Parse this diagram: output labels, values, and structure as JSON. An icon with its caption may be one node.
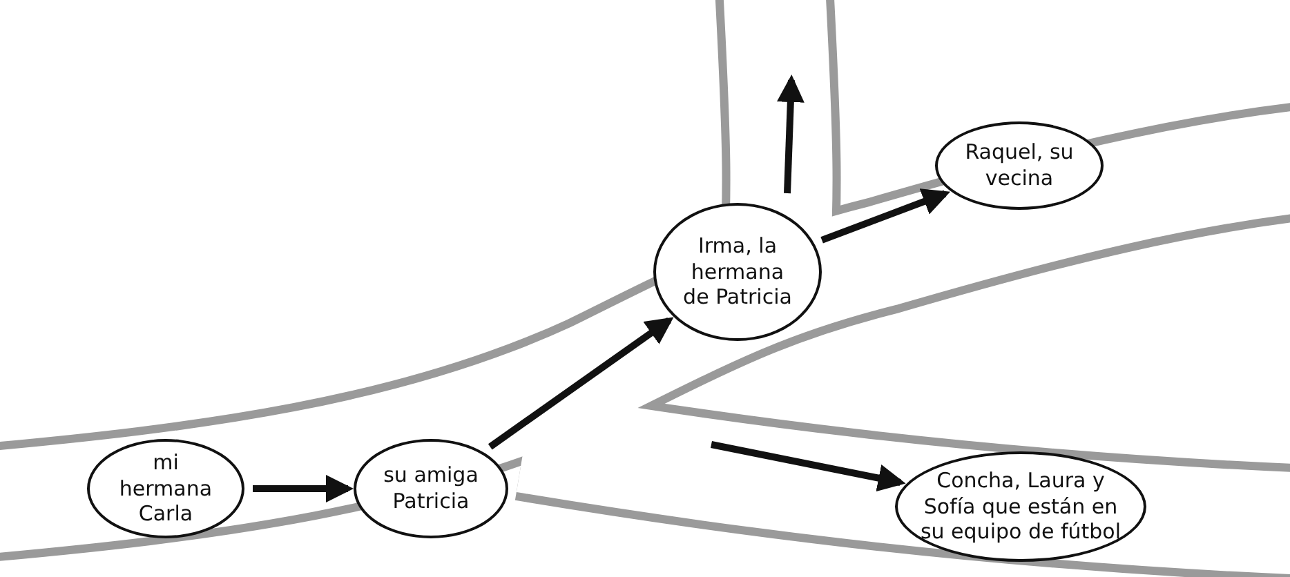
{
  "diagram": {
    "nodes": [
      {
        "text": [
          "mi hermana Carla"
        ]
      },
      {
        "text": [
          "su amiga Patricia"
        ]
      },
      {
        "text": [
          "Irma, la hermana de Patricia"
        ]
      },
      {
        "text": [
          "Raquel, su vecina"
        ]
      },
      {
        "text": [
          "Concha, Laura y Sofía que están en su equipo de fútbol"
        ]
      }
    ],
    "edges": [
      {
        "from": 0,
        "to": 1,
        "arrow": "to"
      },
      {
        "from": 1,
        "to": 2,
        "arrow": "to"
      },
      {
        "from": 2,
        "to": null,
        "arrow": "to"
      },
      {
        "from": 2,
        "to": 3,
        "arrow": "to"
      },
      {
        "from": null,
        "to": 4,
        "arrow": "to"
      }
    ]
  }
}
